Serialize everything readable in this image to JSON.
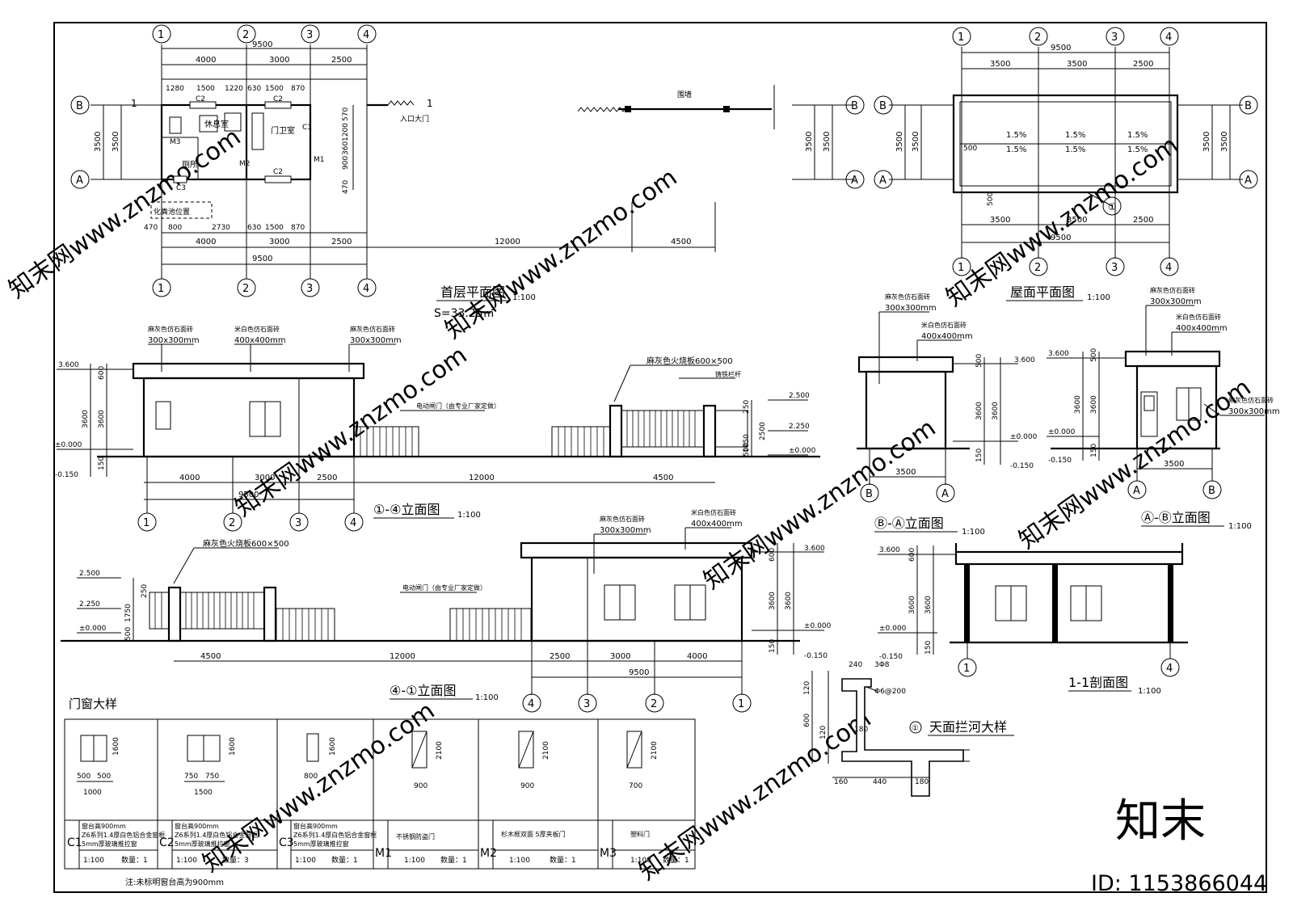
{
  "axes": {
    "n1": "1",
    "n2": "2",
    "n3": "3",
    "n4": "4",
    "a": "A",
    "b": "B"
  },
  "dims": {
    "d9500": "9500",
    "d4000": "4000",
    "d3000": "3000",
    "d2500": "2500",
    "d3500": "3500",
    "d12000": "12000",
    "d4500": "4500",
    "d1280": "1280",
    "d1500": "1500",
    "d1220": "1220",
    "d630": "630",
    "d870": "870",
    "d470": "470",
    "d800": "800",
    "d2730": "2730",
    "d570": "570",
    "d1200": "1200",
    "d360": "360",
    "d900": "900",
    "d500": "500",
    "d600": "600",
    "d3600": "3600",
    "d150": "150",
    "d1750": "1750",
    "d250": "250",
    "d240": "240",
    "d120": "120",
    "d180": "180",
    "d440": "440",
    "d160": "160",
    "d1000": "1000",
    "d750": "750",
    "d1600": "1600",
    "d2100": "2100",
    "d700": "700"
  },
  "levels": {
    "l3600": "3.600",
    "l0": "±0.000",
    "lm150": "-0.150",
    "l2500": "2.500",
    "l2250": "2.250"
  },
  "plan": {
    "title": "首层平面图",
    "scale": "1:100",
    "area": "S=33.25㎡",
    "rest": "休息室",
    "guard": "门卫室",
    "toilet": "厕所",
    "c1": "C1",
    "c2": "C2",
    "c3": "C3",
    "m1": "M1",
    "m2": "M2",
    "m3": "M3",
    "gate": "入口大门",
    "wall": "围墙",
    "sec": "1",
    "vert": "化粪池位置"
  },
  "roof": {
    "title": "屋面平面图",
    "scale": "1:100",
    "slope": "1.5%"
  },
  "elev14": {
    "title": "①-④立面图",
    "scale": "1:100",
    "gate": "电动闸门（由专业厂家定做）",
    "granite": "麻灰色火烧板600×500",
    "rail": "铸铁栏杆"
  },
  "elev41": {
    "title": "④-①立面图",
    "scale": "1:100"
  },
  "elevBA": {
    "title": "Ⓑ-Ⓐ立面图",
    "scale": "1:100"
  },
  "elevAB": {
    "title": "Ⓐ-Ⓑ立面图",
    "scale": "1:100"
  },
  "section": {
    "title": "1-1剖面图",
    "scale": "1:100"
  },
  "mat": {
    "grey": "麻灰色仿石面砖",
    "white": "米白色仿石面砖",
    "s300": "300x300mm",
    "s400": "400x400mm"
  },
  "parapet": {
    "title": "天面拦河大样",
    "num": "①",
    "bar": "3Φ8",
    "stir": "Φ6@200"
  },
  "doorwin": {
    "title": "门窗大样",
    "sill": "窗台高900mm",
    "spec": "Z6系列1.4厚白色铝合金窗框",
    "glass": "5mm厚玻璃推拉窗",
    "m1": "不锈钢防盗门",
    "m2": "杉木框双面 5厚夹板门",
    "m3": "塑料门",
    "scale": "1:100",
    "q1": "数量：1",
    "q3": "数量：3",
    "note": "注:未标明窗台高为900mm"
  },
  "wm": {
    "logo": "知末",
    "id": "ID: 1153866044",
    "site": "知末网www.znzmo.com"
  }
}
